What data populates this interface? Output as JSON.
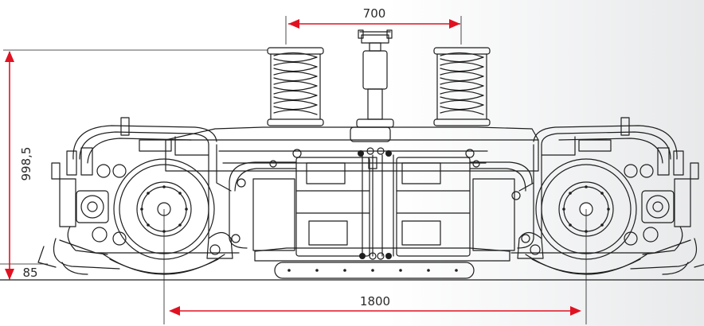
{
  "dimensions": {
    "spring_spacing": "700",
    "total_height": "998,5",
    "base_height": "85",
    "wheelbase": "1800"
  },
  "colors": {
    "dimension_line": "#e01222",
    "drawing_line": "#1e1e1e",
    "background": "#ffffff"
  }
}
